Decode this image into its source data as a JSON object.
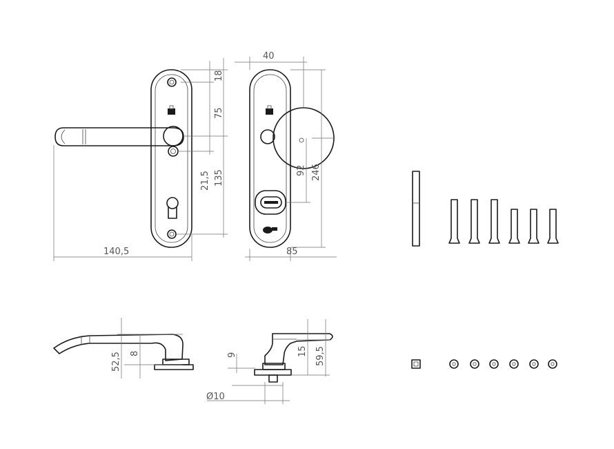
{
  "dimensions": {
    "front_width": "140,5",
    "top_gap": "18",
    "upper_spacing": "75",
    "small_offset": "21,5",
    "lower_spacing": "135",
    "rosette_width": "40",
    "knob_height": "92",
    "plate_height": "246",
    "plate_width": "85",
    "lever_height": "52,5",
    "lever_offset": "8",
    "knob_step": "9",
    "knob_rise": "15",
    "knob_depth": "59,5",
    "spindle_diameter": "Ø10"
  },
  "colors": {
    "line": "#1a1a1a",
    "dimension": "#707070",
    "background": "#ffffff"
  }
}
